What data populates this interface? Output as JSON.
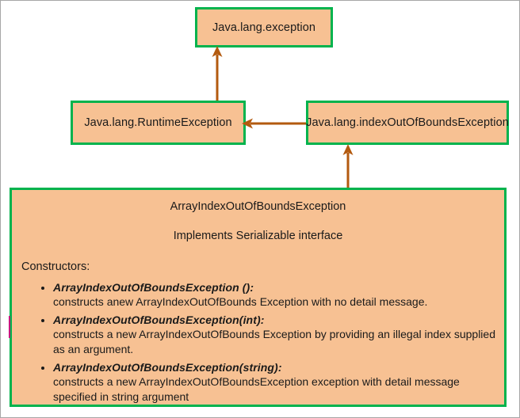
{
  "diagram": {
    "title": "Java ArrayIndexOutOfBoundsException hierarchy",
    "colors": {
      "box_fill": "#F7C193",
      "box_border": "#00B34D",
      "arrow": "#B35A0F",
      "page_border": "#A6A6A6",
      "revision_mark": "#C3197E",
      "text": "#1A1A1A"
    },
    "nodes": {
      "exception": "Java.lang.exception",
      "runtime_exception": "Java.lang.RuntimeException",
      "index_out_of_bounds": "Java.lang.indexOutOfBoundsException"
    },
    "detail": {
      "class_name": "ArrayIndexOutOfBoundsException",
      "implements": "Implements Serializable interface",
      "constructors_label": "Constructors:",
      "constructors": [
        {
          "signature": "ArrayIndexOutOfBoundsException ():",
          "description": "constructs anew ArrayIndexOutOfBounds Exception with no detail message."
        },
        {
          "signature": "ArrayIndexOutOfBoundsException(int):",
          "description": "constructs a new ArrayIndexOutOfBounds Exception by providing an illegal index supplied as an argument."
        },
        {
          "signature": "ArrayIndexOutOfBoundsException(string):",
          "description": "constructs a new ArrayIndexOutOfBoundsException exception with detail message specified in string argument"
        }
      ]
    },
    "edges": [
      {
        "from": "Java.lang.RuntimeException",
        "to": "Java.lang.exception",
        "direction": "up"
      },
      {
        "from": "Java.lang.indexOutOfBoundsException",
        "to": "Java.lang.RuntimeException",
        "direction": "left"
      },
      {
        "from": "ArrayIndexOutOfBoundsException",
        "to": "Java.lang.indexOutOfBoundsException",
        "direction": "up"
      }
    ]
  }
}
